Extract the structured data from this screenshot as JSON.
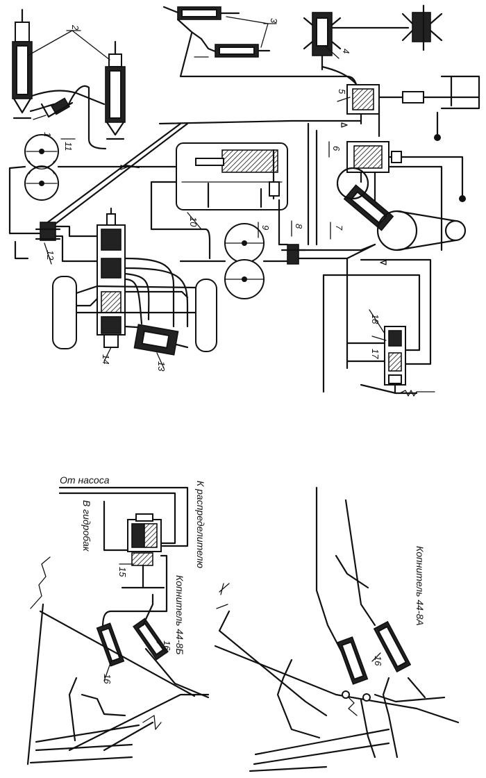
{
  "labels": {
    "n1": "1",
    "n2": "2",
    "n3": "3",
    "n4": "4",
    "n5": "5",
    "n6": "6",
    "n7": "7",
    "n8": "8",
    "n9": "9",
    "n10": "10",
    "n11": "11",
    "n12": "12",
    "n13": "13",
    "n14": "14",
    "n15": "15",
    "n16a": "16",
    "n16b": "16",
    "n16c": "16",
    "n17": "17",
    "n18": "18"
  },
  "captions": {
    "from_pump": "От насоса",
    "to_distributor": "К распределителю",
    "to_hydrotank": "В гидробак",
    "kopnitel_a": "Копнитель 44-8А",
    "kopnitel_b": "Копнитель 44-8Б"
  }
}
